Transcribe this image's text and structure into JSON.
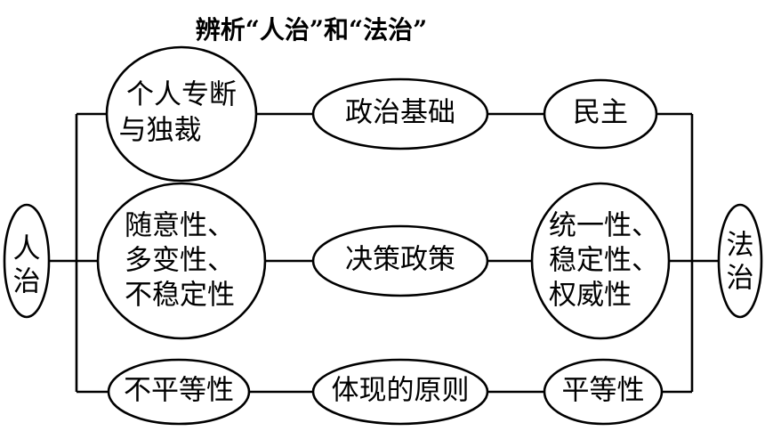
{
  "title": "辨析“人治”和“法治”",
  "rule_of_man": [
    "人",
    "治"
  ],
  "rule_of_law": [
    "法",
    "治"
  ],
  "rows": [
    {
      "criterion": "政治基础",
      "rule_of_man": [
        "个人专断",
        "与独裁"
      ],
      "rule_of_law": [
        "民主"
      ]
    },
    {
      "criterion": "决策政策",
      "rule_of_man": [
        "随意性、",
        "多变性、",
        "不稳定性"
      ],
      "rule_of_law": [
        "统一性、",
        "稳定性、",
        "权威性"
      ]
    },
    {
      "criterion": "体现的原则",
      "rule_of_man": [
        "不平等性"
      ],
      "rule_of_law": [
        "平等性"
      ]
    }
  ]
}
